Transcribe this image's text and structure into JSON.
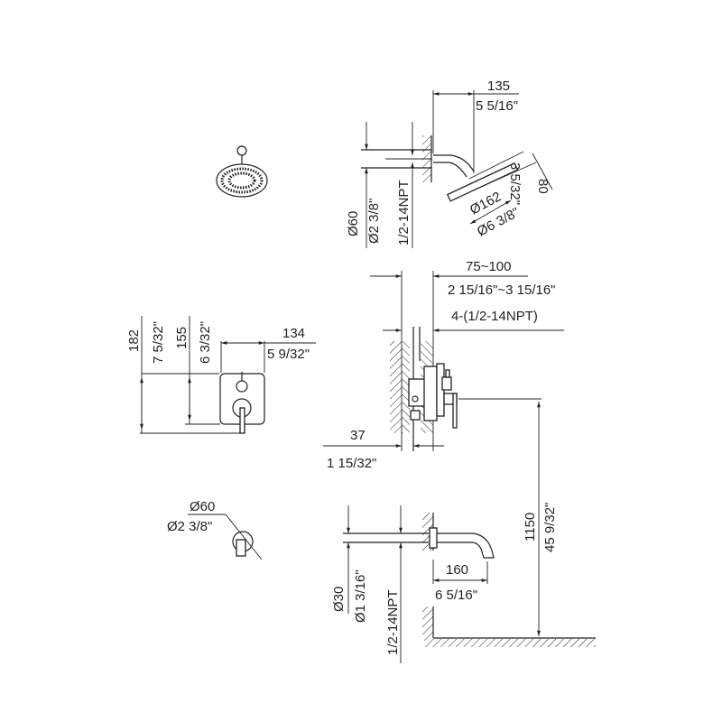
{
  "colors": {
    "line": "#231f20",
    "background": "#ffffff"
  },
  "shower_head": {
    "arm_length_mm": "135",
    "arm_length_in": "5 5/16\"",
    "flange_dia_mm": "Ø60",
    "flange_dia_in": "Ø2 3/8\"",
    "thread": "1/2-14NPT",
    "head_dia_mm": "Ø162",
    "head_dia_in": "Ø6 3/8\"",
    "head_height_mm": "80",
    "head_height_in": "3 5/32\""
  },
  "valve": {
    "wall_depth_mm": "75~100",
    "wall_depth_in": "2 15/16\"~3 15/16\"",
    "connections": "4-(1/2-14NPT)",
    "min_depth_mm": "37",
    "min_depth_in": "1 15/32\"",
    "height_mm": "1150",
    "height_in": "45 9/32\""
  },
  "trim_plate": {
    "overall_height_mm": "182",
    "overall_height_in": "7 5/32\"",
    "plate_height_mm": "155",
    "plate_height_in": "6 3/32\"",
    "plate_width_mm": "134",
    "plate_width_in": "5 9/32\""
  },
  "handle": {
    "dia_mm": "Ø60",
    "dia_in": "Ø2 3/8\""
  },
  "spout": {
    "flange_dia_mm": "Ø30",
    "flange_dia_in": "Ø1 3/16\"",
    "thread": "1/2-14NPT",
    "length_mm": "160",
    "length_in": "6 5/16\""
  }
}
